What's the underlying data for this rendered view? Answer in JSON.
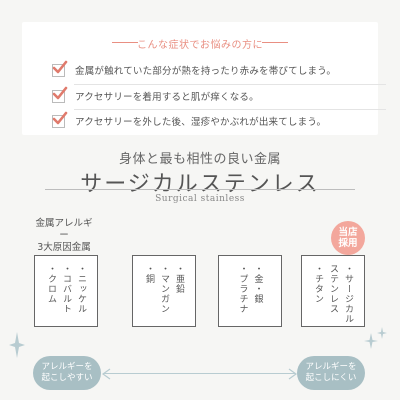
{
  "symptoms": {
    "title": "こんな症状でお悩みの方に",
    "items": [
      "金属が触れていた部分が熱を持ったり赤みを帯びてしまう。",
      "アクセサリーを着用すると肌が痒くなる。",
      "アクセサリーを外した後、湿疹やかぶれが出来てしまう。"
    ]
  },
  "heading": {
    "sub": "身体と最も相性の良い金属",
    "main": "サージカルステンレス",
    "english": "Surgical stainless"
  },
  "causes": {
    "label_line1": "金属アレルギー",
    "label_line2": "3大原因金属",
    "badge_line1": "当店",
    "badge_line2": "採用"
  },
  "metal_groups": [
    {
      "columns": [
        "・ニッケル",
        "・コバルト",
        "・クロム"
      ]
    },
    {
      "columns": [
        "・亜鉛",
        "・マンガン",
        "・銅"
      ]
    },
    {
      "columns": [
        "・金・銀",
        "・プラチナ"
      ]
    },
    {
      "columns": [
        "・サージカル",
        "ステンレス",
        "・チタン"
      ]
    }
  ],
  "scale": {
    "left_line1": "アレルギーを",
    "left_line2": "起こしやすい",
    "right_line1": "アレルギーを",
    "right_line2": "起こしにくい"
  },
  "colors": {
    "accent": "#e98f82",
    "check": "#e07a6c",
    "badge": "#f3a79c",
    "pill": "#a8bfc4",
    "sparkle": "#b8ccd1"
  }
}
